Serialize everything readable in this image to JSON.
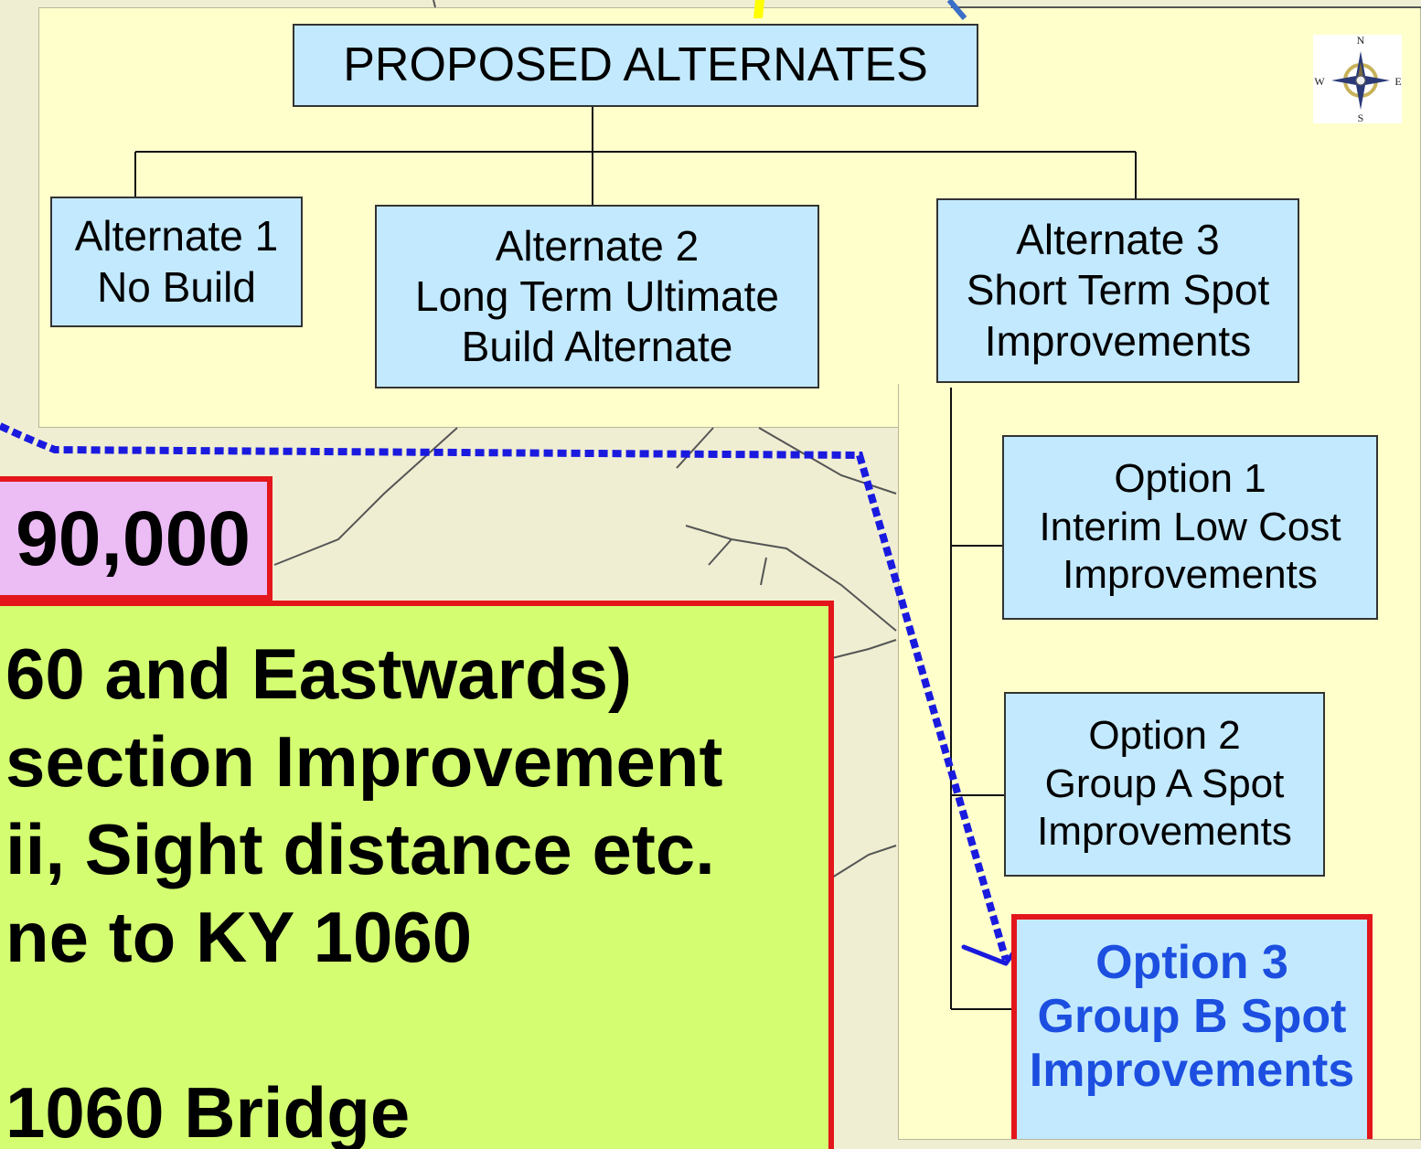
{
  "title": "PROPOSED ALTERNATES",
  "alternates": [
    {
      "lines": [
        "Alternate 1",
        "No Build"
      ]
    },
    {
      "lines": [
        "Alternate 2",
        "Long Term Ultimate",
        "Build Alternate"
      ]
    },
    {
      "lines": [
        "Alternate 3",
        "Short Term Spot",
        "Improvements"
      ]
    }
  ],
  "options": [
    {
      "lines": [
        "Option 1",
        "Interim Low Cost",
        "Improvements"
      ]
    },
    {
      "lines": [
        "Option 2",
        "Group A Spot",
        "Improvements"
      ]
    },
    {
      "lines": [
        "Option 3",
        "Group B Spot",
        "Improvements"
      ]
    }
  ],
  "cost_text": "90,000",
  "description_lines": [
    "60 and Eastwards)",
    "section Improvement",
    "ii, Sight distance etc.",
    "ne to KY 1060",
    "",
    "1060 Bridge"
  ],
  "compass": {
    "n": "N",
    "s": "S",
    "e": "E",
    "w": "W"
  },
  "colors": {
    "box_fill": "#c3e9ff",
    "panel_fill": "#ffffcc",
    "map_background": "#f0eed2",
    "highlight_border": "#e3161b",
    "cost_fill": "#ecbcf5",
    "description_fill": "#d4fd72",
    "option3_text": "#1c4fe0",
    "route_dash": "#1a1adf"
  }
}
